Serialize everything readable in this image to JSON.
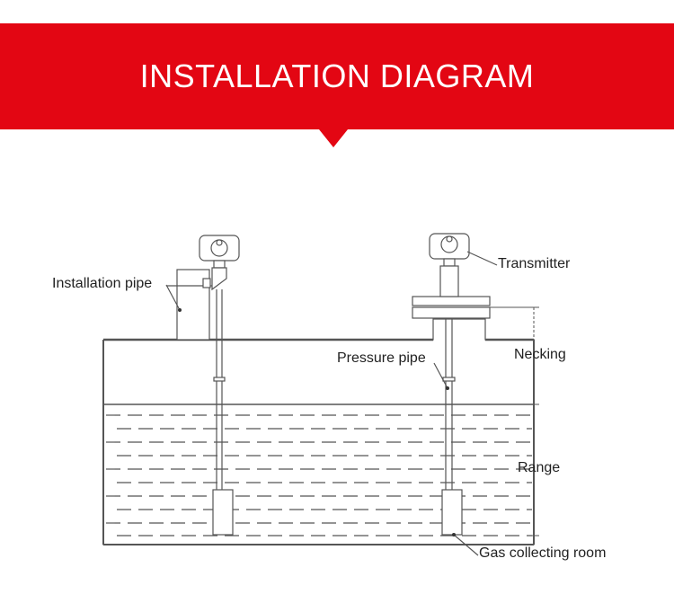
{
  "header": {
    "title": "INSTALLATION DIAGRAM",
    "background_color": "#e30613",
    "text_color": "#ffffff"
  },
  "diagram": {
    "line_color": "#555555",
    "labels": {
      "installation_pipe": "Installation pipe",
      "transmitter": "Transmitter",
      "pressure_pipe": "Pressure pipe",
      "necking": "Necking",
      "range": "Range",
      "gas_collecting_room": "Gas collecting room"
    }
  }
}
